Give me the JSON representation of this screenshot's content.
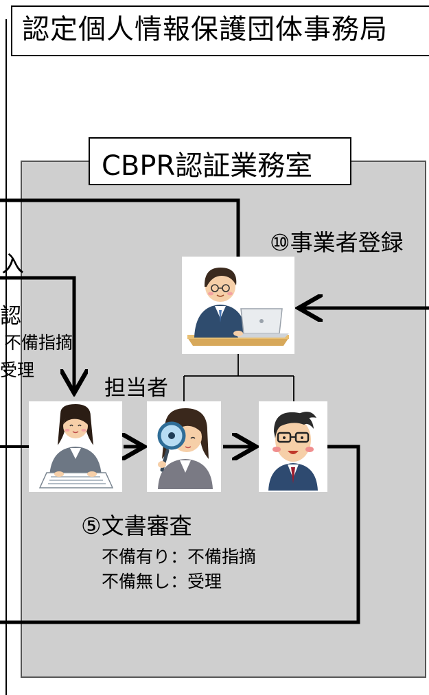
{
  "organization": {
    "title": "認定個人情報保護団体事務局"
  },
  "office": {
    "title": "CBPR認証業務室"
  },
  "labels": {
    "registration": "⑩事業者登録",
    "partial_entry": "入",
    "partial_confirm": "認",
    "deficiency_notice": "不備指摘",
    "partial_acceptance": "受理",
    "person_in_charge": "担当者",
    "document_review": "⑤文書審査",
    "review_result_deficient": "不備有り：不備指摘",
    "review_result_ok": "不備無し：受理"
  },
  "illustrations": [
    {
      "name": "staff-at-laptop-icon"
    },
    {
      "name": "staff-reading-document-icon"
    },
    {
      "name": "staff-magnifier-icon"
    },
    {
      "name": "manager-with-glasses-icon"
    }
  ],
  "colors": {
    "panel": "#cfcfcf",
    "line": "#000000",
    "card": "#ffffff"
  }
}
